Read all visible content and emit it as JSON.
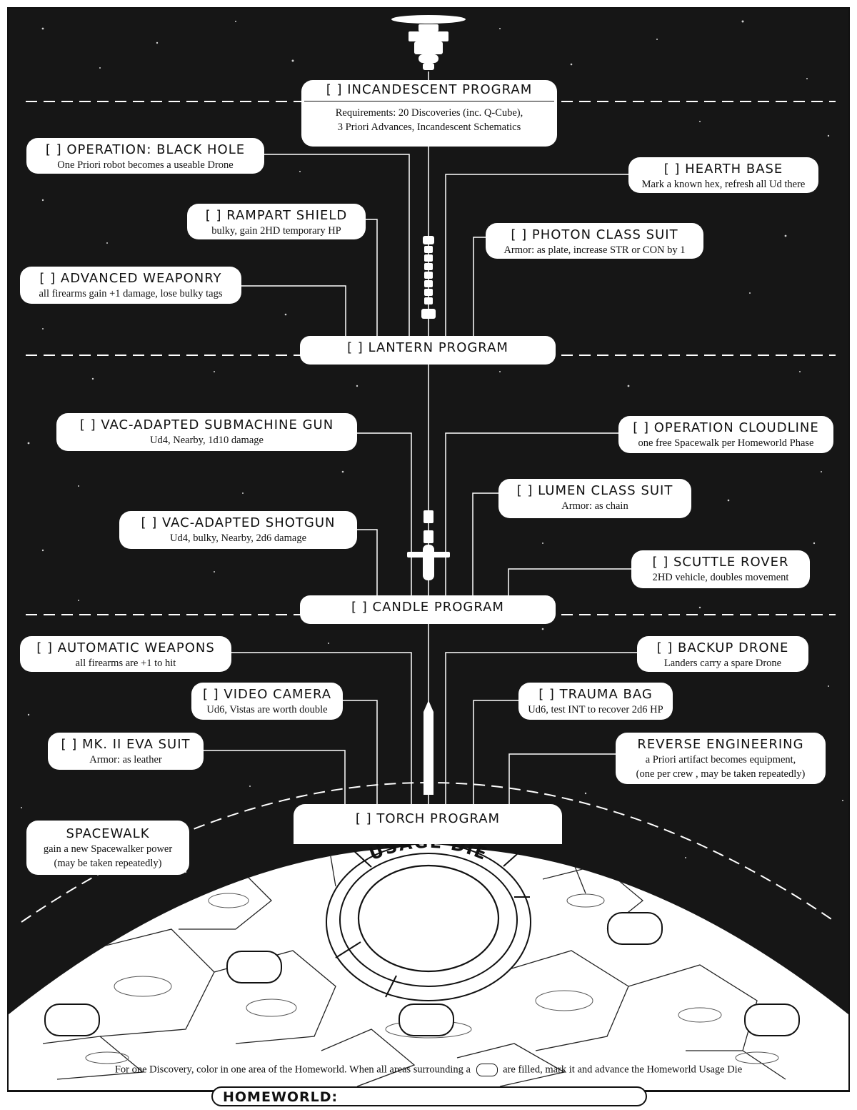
{
  "programs": {
    "incandescent": {
      "title": "[ ] INCANDESCENT PROGRAM",
      "req_line1": "Requirements: 20 Discoveries (inc. Q-Cube),",
      "req_line2": "3 Priori Advances, Incandescent Schematics"
    },
    "lantern": {
      "title": "[ ] LANTERN PROGRAM"
    },
    "candle": {
      "title": "[ ] CANDLE PROGRAM"
    },
    "torch": {
      "title": "[ ] TORCH PROGRAM"
    }
  },
  "advances": {
    "operation_black_hole": {
      "title": "[ ] OPERATION: BLACK HOLE",
      "desc": "One Priori robot becomes a useable Drone"
    },
    "hearth_base": {
      "title": "[ ] HEARTH BASE",
      "desc": "Mark a known hex, refresh all Ud there"
    },
    "rampart_shield": {
      "title": "[ ] RAMPART SHIELD",
      "desc": "bulky, gain 2HD temporary HP"
    },
    "photon_class_suit": {
      "title": "[ ] PHOTON CLASS SUIT",
      "desc": "Armor: as plate, increase STR or CON by 1"
    },
    "advanced_weaponry": {
      "title": "[ ] ADVANCED WEAPONRY",
      "desc": "all firearms gain +1 damage, lose bulky tags"
    },
    "vac_smg": {
      "title": "[ ] VAC-ADAPTED SUBMACHINE GUN",
      "desc": "Ud4, Nearby, 1d10 damage"
    },
    "operation_cloudline": {
      "title": "[ ] OPERATION CLOUDLINE",
      "desc": "one free Spacewalk per Homeworld Phase"
    },
    "lumen_class_suit": {
      "title": "[ ] LUMEN CLASS SUIT",
      "desc": "Armor: as chain"
    },
    "vac_shotgun": {
      "title": "[ ] VAC-ADAPTED SHOTGUN",
      "desc": "Ud4, bulky, Nearby, 2d6 damage"
    },
    "scuttle_rover": {
      "title": "[ ] SCUTTLE ROVER",
      "desc": "2HD vehicle, doubles movement"
    },
    "automatic_weapons": {
      "title": "[ ] AUTOMATIC WEAPONS",
      "desc": "all firearms are +1 to hit"
    },
    "backup_drone": {
      "title": "[ ] BACKUP DRONE",
      "desc": "Landers carry a spare Drone"
    },
    "video_camera": {
      "title": "[ ] VIDEO CAMERA",
      "desc": "Ud6, Vistas are worth double"
    },
    "trauma_bag": {
      "title": "[ ] TRAUMA BAG",
      "desc": "Ud6, test INT to recover 2d6 HP"
    },
    "mk2_eva_suit": {
      "title": "[ ] MK. II EVA SUIT",
      "desc": "Armor: as leather"
    },
    "reverse_engineering": {
      "title": "REVERSE ENGINEERING",
      "desc": "a Priori artifact becomes equipment,",
      "desc2": "(one per crew , may be taken repeatedly)"
    },
    "spacewalk": {
      "title": "SPACEWALK",
      "desc": "gain a new Spacewalker power",
      "desc2": "(may be taken repeatedly)"
    }
  },
  "usage_die": {
    "label": "USAGE DIE"
  },
  "footnote": {
    "before": "For one Discovery, color in one area of the Homeworld. When all areas surrounding a",
    "after": "are filled, mark it and advance the Homeworld Usage Die"
  },
  "homeworld": {
    "label": "HOMEWORLD:"
  },
  "colors": {
    "space": "#161616",
    "ink": "#111111",
    "paper": "#ffffff"
  }
}
